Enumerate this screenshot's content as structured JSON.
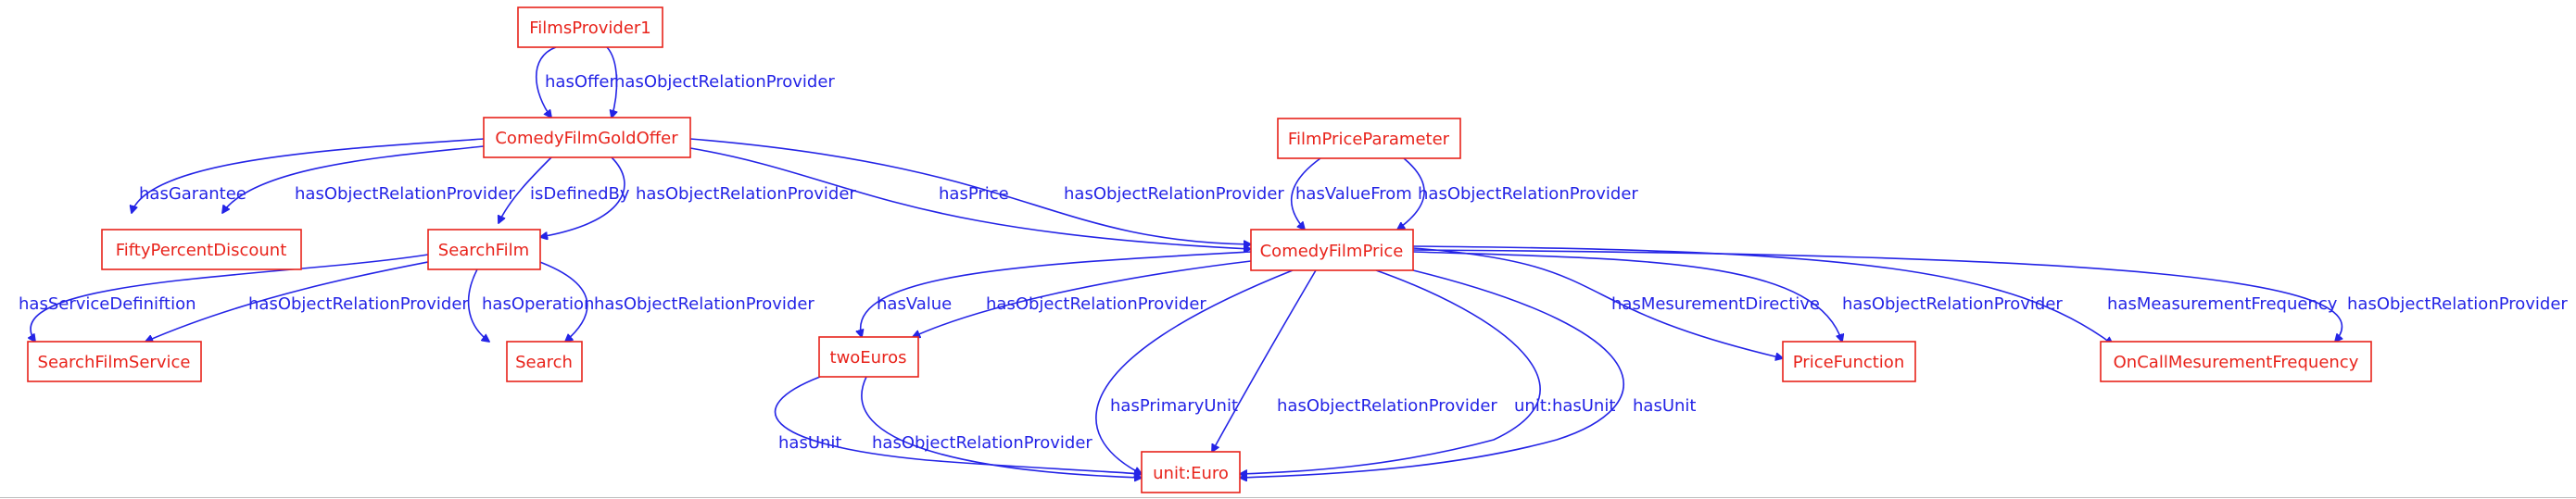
{
  "colors": {
    "node": "#e8231b",
    "edge": "#2424e6",
    "background": "#ffffff"
  },
  "nodes": {
    "filmsProvider1": "FilmsProvider1",
    "comedyFilmGoldOffer": "ComedyFilmGoldOffer",
    "filmPriceParameter": "FilmPriceParameter",
    "fiftyPercentDiscount": "FiftyPercentDiscount",
    "searchFilm": "SearchFilm",
    "comedyFilmPrice": "ComedyFilmPrice",
    "searchFilmService": "SearchFilmService",
    "search": "Search",
    "twoEuros": "twoEuros",
    "priceFunction": "PriceFunction",
    "onCallMesurementFrequency": "OnCallMesurementFrequency",
    "unitEuro": "unit:Euro"
  },
  "edges": {
    "hasOffer": "hasOffer",
    "hasObjectRelationProvider": "hasObjectRelationProvider",
    "hasGarantee": "hasGarantee",
    "isDefinedBy": "isDefinedBy",
    "hasPrice": "hasPrice",
    "hasValueFrom": "hasValueFrom",
    "hasServiceDefiniftion": "hasServiceDefiniftion",
    "hasOperation": "hasOperation",
    "hasValue": "hasValue",
    "hasPrimaryUnit": "hasPrimaryUnit",
    "unitHasUnit": "unit:hasUnit",
    "hasUnit": "hasUnit",
    "hasMesurementDirective": "hasMesurementDirective",
    "hasMeasurementFrequency": "hasMeasurementFrequency"
  }
}
